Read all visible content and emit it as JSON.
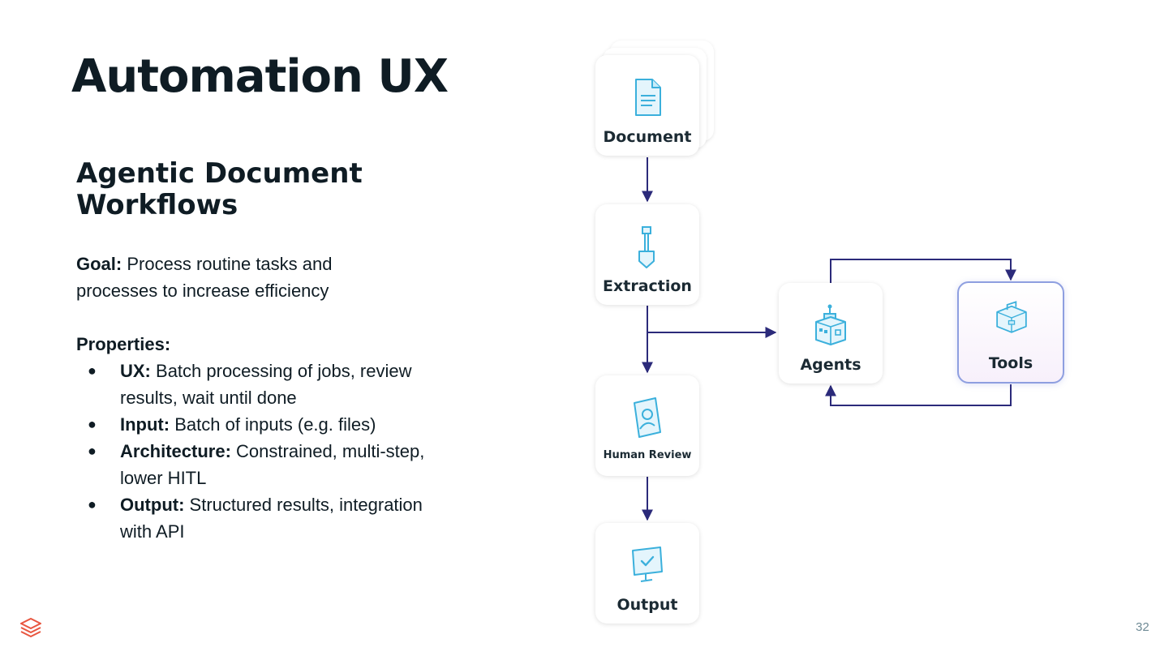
{
  "title": "Automation UX",
  "subtitle": "Agentic Document Workflows",
  "goal": {
    "label": "Goal:",
    "text": "Process routine tasks and processes to increase efficiency"
  },
  "properties": {
    "heading": "Properties:",
    "items": [
      {
        "label": "UX:",
        "text": "Batch processing of jobs, review results, wait until done"
      },
      {
        "label": "Input:",
        "text": "Batch of inputs (e.g. files)"
      },
      {
        "label": "Architecture:",
        "text": "Constrained, multi-step, lower HITL"
      },
      {
        "label": "Output:",
        "text": "Structured results, integration with API"
      }
    ]
  },
  "diagram": {
    "nodes": {
      "document": {
        "label": "Document",
        "icon": "document-icon"
      },
      "extraction": {
        "label": "Extraction",
        "icon": "shovel-icon"
      },
      "human_review": {
        "label": "Human Review",
        "icon": "person-card-icon"
      },
      "output": {
        "label": "Output",
        "icon": "monitor-check-icon"
      },
      "agents": {
        "label": "Agents",
        "icon": "robot-building-icon"
      },
      "tools": {
        "label": "Tools",
        "icon": "toolbox-icon"
      }
    },
    "edges": [
      {
        "from": "Document",
        "to": "Extraction"
      },
      {
        "from": "Extraction",
        "to": "Human Review"
      },
      {
        "from": "Extraction",
        "to": "Agents"
      },
      {
        "from": "Human Review",
        "to": "Output"
      },
      {
        "from": "Agents",
        "to": "Tools"
      },
      {
        "from": "Tools",
        "to": "Agents"
      }
    ],
    "colors": {
      "edge": "#2b2a7a",
      "icon": "#3bb0dc",
      "tools_border": "#8e9fe0"
    }
  },
  "footer": {
    "page_number": "32",
    "logo": "stacked-layers-logo",
    "logo_color": "#e8553f"
  }
}
